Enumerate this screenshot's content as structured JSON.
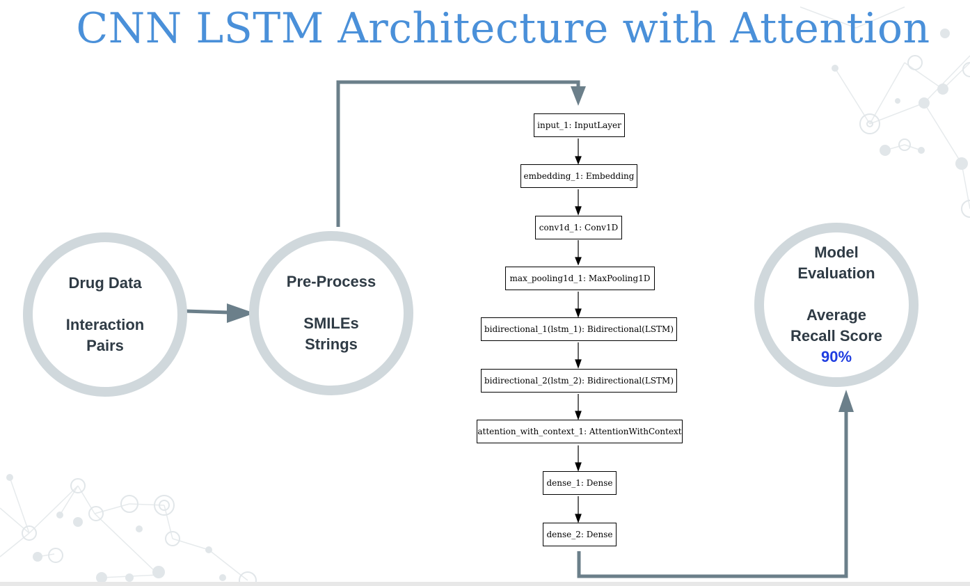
{
  "title": "CNN LSTM Architecture with Attention",
  "circles": {
    "drug_data": {
      "line1": "Drug Data",
      "line2": "Interaction",
      "line3": "Pairs"
    },
    "preprocess": {
      "line1": "Pre-Process",
      "line2": "SMILEs",
      "line3": "Strings"
    },
    "evaluation": {
      "line1": "Model",
      "line2": "Evaluation",
      "line3": "Average",
      "line4": "Recall Score",
      "score": "90%"
    }
  },
  "layers": [
    "input_1: InputLayer",
    "embedding_1: Embedding",
    "conv1d_1: Conv1D",
    "max_pooling1d_1: MaxPooling1D",
    "bidirectional_1(lstm_1): Bidirectional(LSTM)",
    "bidirectional_2(lstm_2): Bidirectional(LSTM)",
    "attention_with_context_1: AttentionWithContext",
    "dense_1: Dense",
    "dense_2: Dense"
  ],
  "colors": {
    "title": "#4a90d9",
    "flow_arrow": "#6b7f8a",
    "circle_ring": "#d0d8dc",
    "score": "#1f3de0"
  }
}
